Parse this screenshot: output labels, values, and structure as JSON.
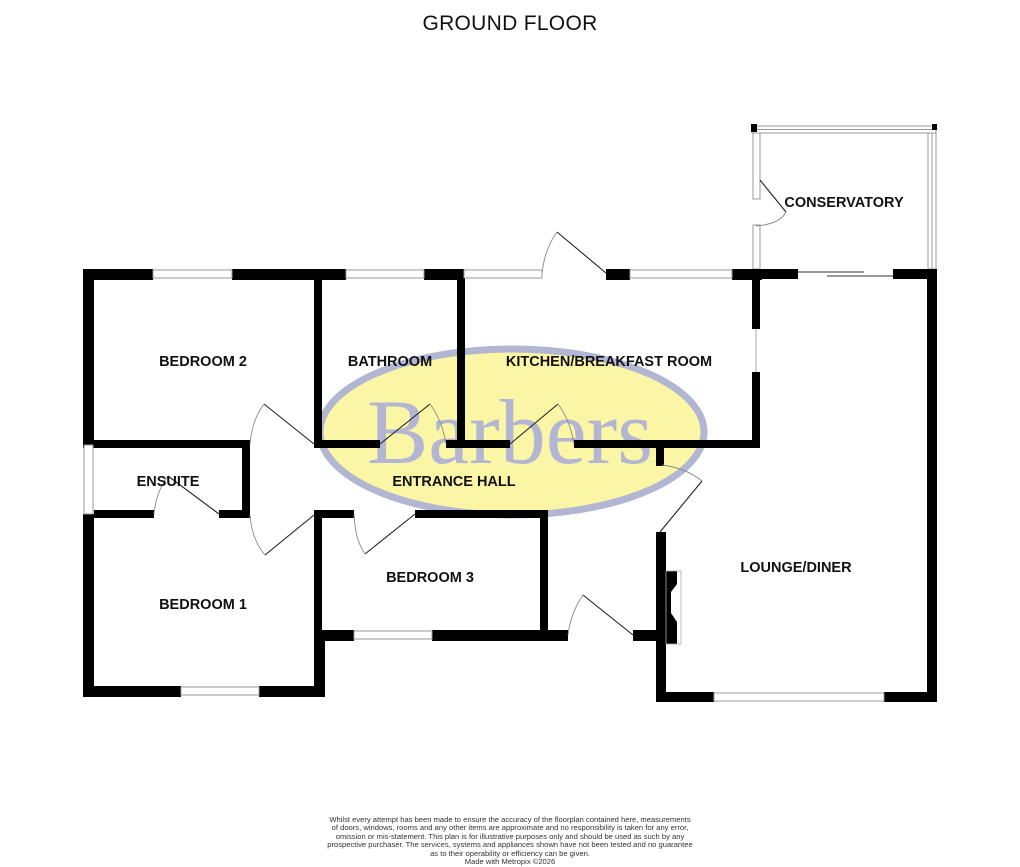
{
  "floor_title": "GROUND FLOOR",
  "watermark": {
    "text": "Barbers",
    "ellipse_fill": "#fbf6a6",
    "ellipse_stroke": "#b3b6d3",
    "text_color": "#b3b6d3"
  },
  "rooms": [
    {
      "id": "bedroom-2",
      "label": "BEDROOM 2"
    },
    {
      "id": "bathroom",
      "label": "BATHROOM"
    },
    {
      "id": "kitchen",
      "label": "KITCHEN/BREAKFAST ROOM"
    },
    {
      "id": "conservatory",
      "label": "CONSERVATORY"
    },
    {
      "id": "ensuite",
      "label": "ENSUITE"
    },
    {
      "id": "entrance-hall",
      "label": "ENTRANCE HALL"
    },
    {
      "id": "bedroom-3",
      "label": "BEDROOM 3"
    },
    {
      "id": "bedroom-1",
      "label": "BEDROOM 1"
    },
    {
      "id": "lounge-diner",
      "label": "LOUNGE/DINER"
    }
  ],
  "disclaimer": {
    "lines": [
      "Whilst every attempt has been made to ensure the accuracy of the floorplan contained here, measurements",
      "of doors, windows, rooms and any other items are approximate and no responsibility is taken for any error,",
      "omission or mis-statement. This plan is for illustrative purposes only and should be used as such by any",
      "prospective purchaser. The services, systems and appliances shown have not been tested and no guarantee",
      "as to their operability or efficiency can be given."
    ],
    "credit": "Made with Metropix ©2026"
  }
}
